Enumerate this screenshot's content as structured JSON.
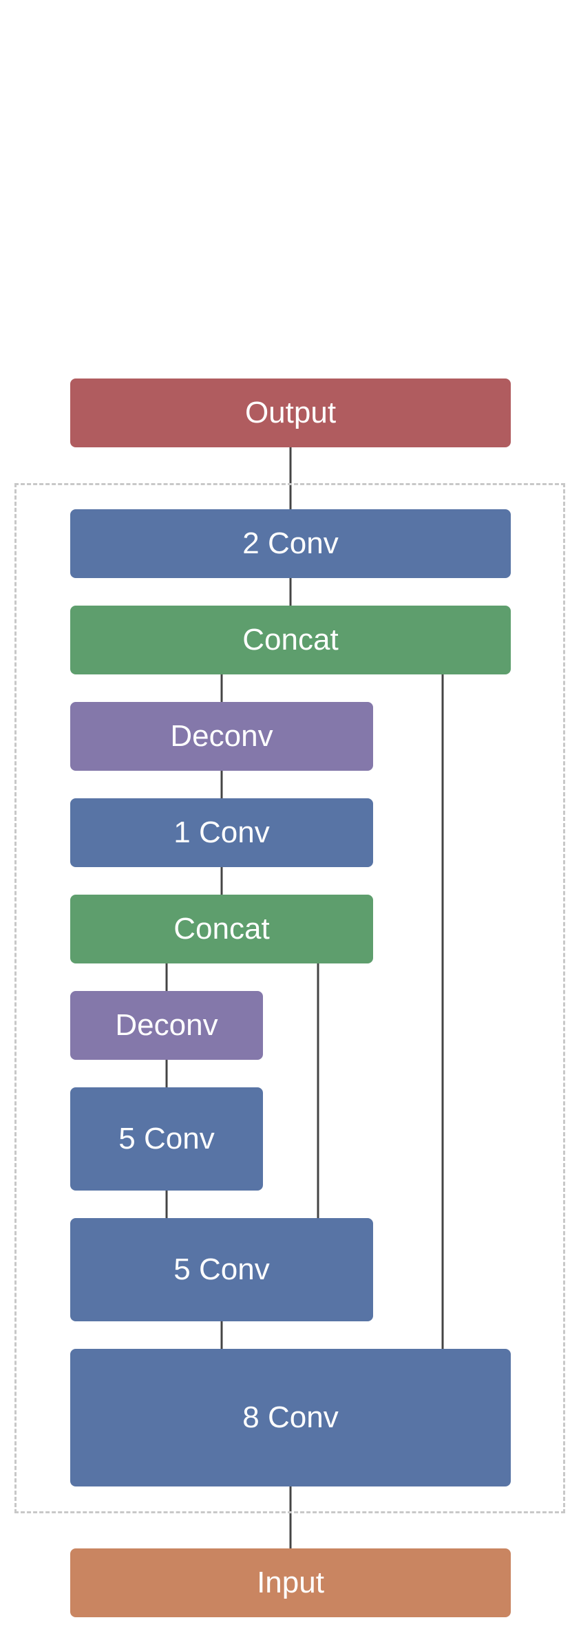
{
  "colors": {
    "output": "#b05c5f",
    "conv": "#5874a5",
    "concat": "#5e9e6d",
    "deconv": "#8478aa",
    "input": "#c98561",
    "edge": "#444444",
    "region_border": "#c8c8c8"
  },
  "nodes": {
    "output": {
      "label": "Output"
    },
    "conv2": {
      "label": "2 Conv"
    },
    "concat_top": {
      "label": "Concat"
    },
    "deconv_top": {
      "label": "Deconv"
    },
    "conv1": {
      "label": "1 Conv"
    },
    "concat_mid": {
      "label": "Concat"
    },
    "deconv_mid": {
      "label": "Deconv"
    },
    "conv5_small": {
      "label": "5 Conv"
    },
    "conv5_wide": {
      "label": "5 Conv"
    },
    "conv8": {
      "label": "8 Conv"
    },
    "input": {
      "label": "Input"
    }
  },
  "edges": [
    {
      "from": "input",
      "to": "conv8"
    },
    {
      "from": "conv8",
      "to": "conv5_wide"
    },
    {
      "from": "conv8",
      "to": "concat_top"
    },
    {
      "from": "conv5_wide",
      "to": "conv5_small"
    },
    {
      "from": "conv5_wide",
      "to": "concat_mid"
    },
    {
      "from": "conv5_small",
      "to": "deconv_mid"
    },
    {
      "from": "deconv_mid",
      "to": "concat_mid"
    },
    {
      "from": "concat_mid",
      "to": "conv1"
    },
    {
      "from": "conv1",
      "to": "deconv_top"
    },
    {
      "from": "deconv_top",
      "to": "concat_top"
    },
    {
      "from": "concat_top",
      "to": "conv2"
    },
    {
      "from": "conv2",
      "to": "output"
    }
  ]
}
